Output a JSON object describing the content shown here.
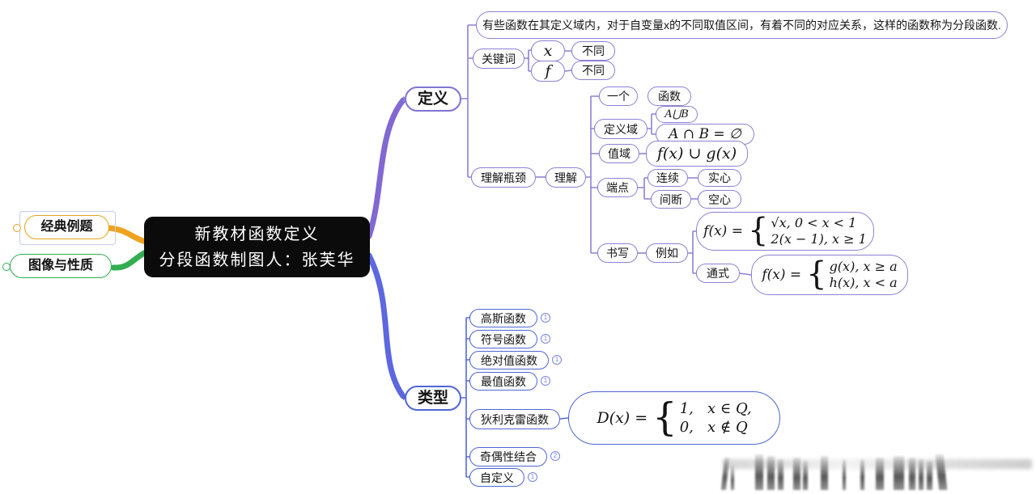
{
  "central": {
    "line1": "新教材函数定义",
    "line2": "分段函数制图人：张芙华"
  },
  "left_branch": {
    "classic_examples": "经典例题",
    "graphs_properties": "图像与性质"
  },
  "definition": {
    "label": "定义",
    "summary": "有些函数在其定义域内，对于自变量x的不同取值区间，有着不同的对应关系，这样的函数称为分段函数.",
    "keywords": {
      "label": "关键词",
      "x": "x",
      "x_note": "不同",
      "f": "f",
      "f_note": "不同"
    },
    "bottleneck": {
      "label": "理解瓶颈",
      "understand": "理解",
      "one": "一个",
      "one_child": "函数",
      "domain": "定义域",
      "domain_union": "A⋃B",
      "domain_intersection": "A ∩ B = ∅",
      "range": "值域",
      "range_formula": "f(x) ∪ g(x)",
      "endpoint": "端点",
      "continuous": "连续",
      "solid": "实心",
      "discontinuous": "间断",
      "hollow": "空心",
      "writing": "书写",
      "example": "例如",
      "example_formula": {
        "lhs": "f(x) =",
        "row1": "√x, 0 < x < 1",
        "row2": "2(x − 1), x ≥ 1"
      },
      "general": "通式",
      "general_formula": {
        "lhs": "f(x) =",
        "row1": "g(x), x ≥ a",
        "row2": "h(x), x < a"
      }
    }
  },
  "types": {
    "label": "类型",
    "items": [
      {
        "label": "高斯函数",
        "badge": "1"
      },
      {
        "label": "符号函数",
        "badge": "1"
      },
      {
        "label": "绝对值函数",
        "badge": "1"
      },
      {
        "label": "最值函数",
        "badge": "1"
      },
      {
        "label": "狄利克雷函数",
        "badge": ""
      },
      {
        "label": "奇偶性结合",
        "badge": "2"
      },
      {
        "label": "自定义",
        "badge": "1"
      }
    ],
    "dirichlet_formula": {
      "lhs": "D(x) =",
      "row1": "1,   x ∈ Q,",
      "row2": "0,   x ∉ Q"
    }
  },
  "colors": {
    "branch_purple": "#8d80d6",
    "branch_blue": "#5468d8",
    "branch_orange": "#f0a21e",
    "branch_green": "#33ad52",
    "central_bg": "#0b0b0b",
    "classic_border": "#e2a51f",
    "graph_border": "#2fae54"
  }
}
